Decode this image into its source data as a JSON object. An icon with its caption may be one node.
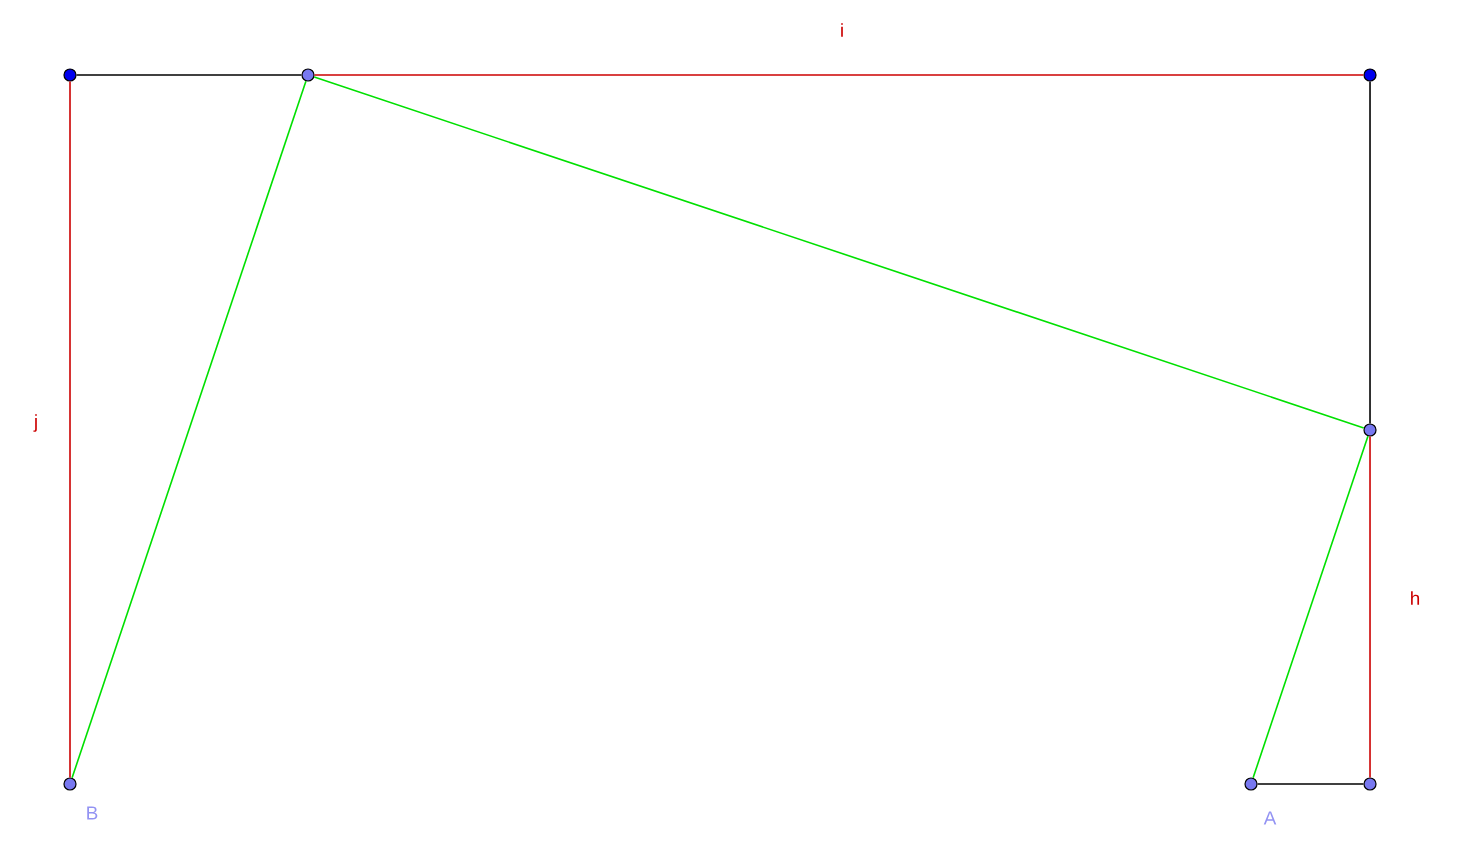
{
  "diagram": {
    "nodes": [
      {
        "text": [],
        "shape": "circle"
      },
      {
        "text": [],
        "shape": "circle"
      },
      {
        "text": [],
        "shape": "circle"
      },
      {
        "text": [],
        "shape": "circle"
      },
      {
        "text": [],
        "shape": "circle",
        "beside": [
          "B"
        ]
      },
      {
        "text": [],
        "shape": "circle",
        "beside": [
          "A"
        ]
      },
      {
        "text": [],
        "shape": "circle"
      }
    ],
    "edges": [
      {
        "from": 0,
        "to": 1,
        "arrow": "none",
        "color": "#000000"
      },
      {
        "from": 1,
        "to": 2,
        "arrow": "none",
        "label": "i",
        "color": "#cc0000"
      },
      {
        "from": 2,
        "to": 3,
        "arrow": "none",
        "color": "#000000"
      },
      {
        "from": 3,
        "to": 6,
        "arrow": "none",
        "label": "h",
        "color": "#cc0000"
      },
      {
        "from": 0,
        "to": 4,
        "arrow": "none",
        "label": "j",
        "color": "#cc0000"
      },
      {
        "from": 1,
        "to": 4,
        "arrow": "none",
        "color": "#00e000"
      },
      {
        "from": 1,
        "to": 3,
        "arrow": "none",
        "color": "#00e000"
      },
      {
        "from": 3,
        "to": 5,
        "arrow": "none",
        "color": "#00e000"
      },
      {
        "from": 5,
        "to": 6,
        "arrow": "none",
        "color": "#000000"
      }
    ]
  }
}
